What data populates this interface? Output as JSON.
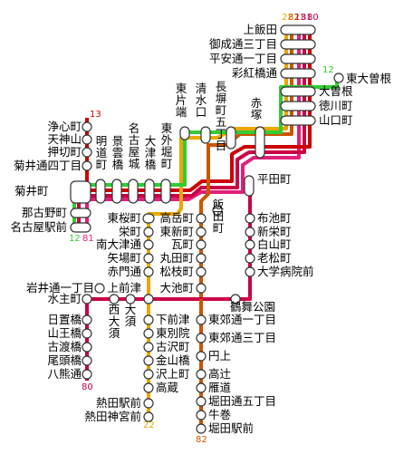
{
  "colors": {
    "route_12": "#33cc33",
    "route_13": "#cc0000",
    "route_22": "#e8a800",
    "route_80": "#cc0044",
    "route_81": "#e0207a",
    "route_82": "#cc5500"
  },
  "routes": [
    {
      "id": "12",
      "label": "12"
    },
    {
      "id": "13",
      "label": "13"
    },
    {
      "id": "22",
      "label": "22"
    },
    {
      "id": "80",
      "label": "80"
    },
    {
      "id": "81",
      "label": "81"
    },
    {
      "id": "82",
      "label": "82"
    }
  ],
  "top_route_labels": [
    "22",
    "82",
    "13",
    "81",
    "80"
  ],
  "stations": {
    "kamiiida": "上飯田",
    "gofukudori3": "御成通三丁目",
    "heiando1": "平安通一丁目",
    "saikobashi": "彩紅橋通",
    "higashiozone": "東大曽根",
    "ozone": "大曽根",
    "tokugawa": "徳川町",
    "yamaguchi": "山口町",
    "akatsuka": "赤塚",
    "nagabei5": "長塀町五丁目",
    "shimizuguchi": "清水口",
    "higashikatahata": "東片端",
    "hiratacho": "平田町",
    "higashisotobori": "東外堀町",
    "otsubashi": "大津橋",
    "nagoyajo": "名古屋城",
    "keiunbashi": "景雲橋",
    "meidocho": "明道町",
    "joshinmachi": "浄心町",
    "tenjinyama": "天神山",
    "oshikiricho": "押切町",
    "kikuidori4": "菊井通四丁目",
    "kikuicho": "菊井町",
    "nachinoicho": "那古野町",
    "nagoyaeki": "名古屋駅前",
    "higashisakuramachi": "東桜町",
    "sakaemachi": "栄町",
    "minamiotsudori": "南大津通",
    "yabacho": "矢場町",
    "akamondori": "赤門通",
    "kamimaezu": "上前津",
    "takaokacho": "高岳町",
    "higashishinmachi": "東新町",
    "kawaramachi": "瓦町",
    "marutamachi": "丸田町",
    "matsuemachi": "松枝町",
    "oikecho": "大池町",
    "iidamachi": "飯田町",
    "fuchikecho": "布池町",
    "shinsakaemachi": "新栄町",
    "shiroyamacho": "白山町",
    "oimatsucho": "老松町",
    "daigakubyoin": "大学病院前",
    "tsurumaikoen": "鶴舞公園",
    "iwaidori1": "岩井通一丁目",
    "mizunushicho": "水主町",
    "nishiosu": "西大須",
    "osu": "大須",
    "shimomaezu": "下前津",
    "higashibetsuin": "東別院",
    "furuwatari": "古沢町",
    "kanayamabashi": "金山橋",
    "sawakamicho": "沢上町",
    "takakura": "高蔵",
    "atsutaekimae": "熱田駅前",
    "atsutajingu": "熱田神宮前",
    "higashikogodori1": "東郊通一丁目",
    "higashikogodori3": "東郊通三丁目",
    "enjo": "円上",
    "takatsuji": "高辻",
    "karigane": "雁道",
    "horidadori5": "堀田通五丁目",
    "ushimaki": "牛巻",
    "horidaekimae": "堀田駅前",
    "hiokibashi": "日置橋",
    "yamaobashi": "山王橋",
    "furuwataribashi": "古渡橋",
    "okashiradori": "尾頭橋",
    "hattadori": "八熊通"
  }
}
